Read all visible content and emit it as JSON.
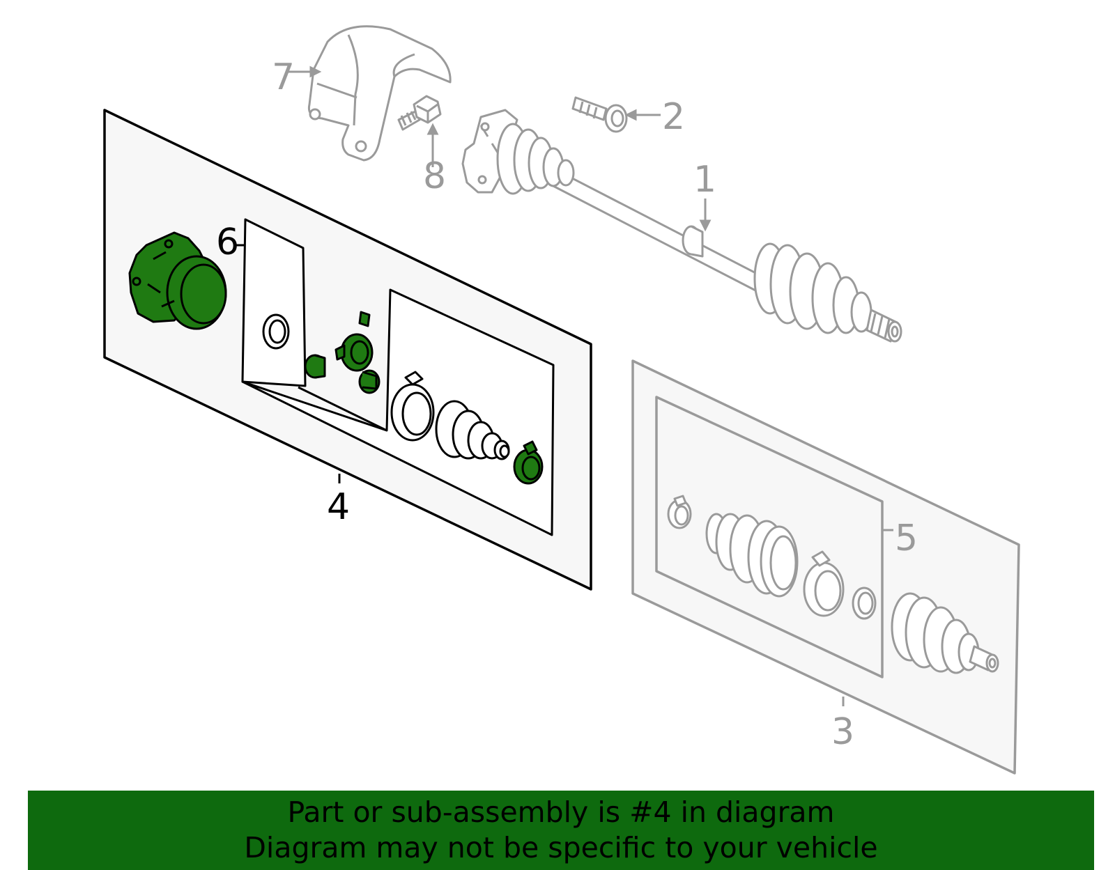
{
  "colors": {
    "highlight": "#0e6a0e",
    "highlight_part": "#1f7a12",
    "gray_line": "#9a9a9a",
    "panel_fill": "#f7f7f7",
    "banner_bg": "#0e6a0e"
  },
  "callouts": {
    "c1": "1",
    "c2": "2",
    "c3": "3",
    "c4": "4",
    "c5": "5",
    "c6": "6",
    "c7": "7",
    "c8": "8"
  },
  "banner": {
    "line1": "Part or sub-assembly is #4 in diagram",
    "line2": "Diagram may not be specific to your vehicle"
  }
}
